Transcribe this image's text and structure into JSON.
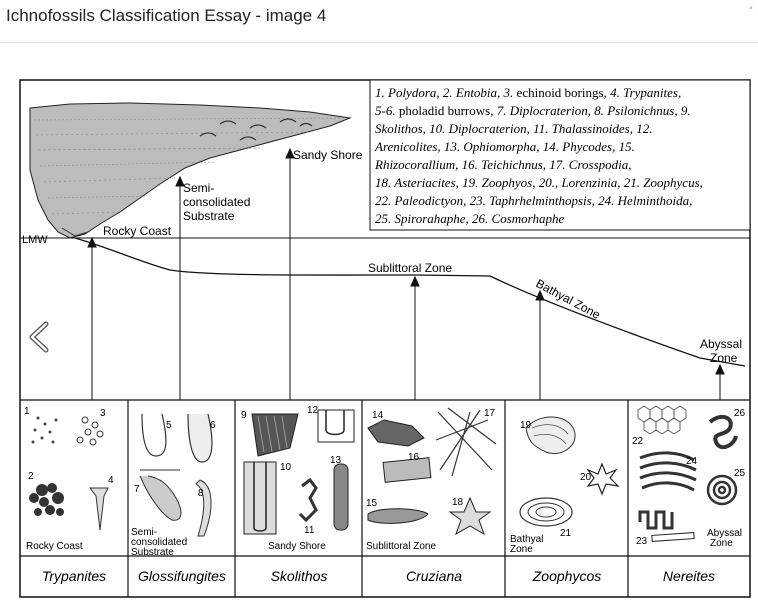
{
  "page": {
    "title": "Ichnofossils Classification Essay - image 4",
    "close_glyph": "˟"
  },
  "figure": {
    "legend_lines": [
      [
        "1. Polydora, 2. Entobia, 3. ",
        "echinoid borings, ",
        "4. Trypanites,"
      ],
      [
        "5-6. ",
        "pholadid burrows, ",
        "7. Diplocraterion, 8. Psilonichnus, 9."
      ],
      [
        "Skolithos, 10. Diplocraterion, 11. Thalassinoides, 12."
      ],
      [
        "Arenicolites, 13. Ophiomorpha, 14. Phycodes, 15."
      ],
      [
        "Rhizocorallium, 16. Teichichnus, 17. Crosspodia,"
      ],
      [
        "18. Asteriacites, 19. Zoophyos, 20., Lorenzinia, 21. Zoophycus,"
      ],
      [
        "22. Paleodictyon, 23. Taphrhelminthopsis, 24. Helminthoida,"
      ],
      [
        "25. Spirorahaphe, 26. Cosmorhaphe"
      ]
    ],
    "labels": {
      "lmw": "LMW",
      "rocky_coast": "Rocky Coast",
      "semi_1": "Semi-",
      "semi_2": "consolidated",
      "semi_3": "Substrate",
      "sandy_shore": "Sandy Shore",
      "sublittoral": "Sublittoral Zone",
      "bathyal": "Bathyal Zone",
      "abyssal_1": "Abyssal",
      "abyssal_2": "Zone"
    },
    "panel_captions": {
      "rocky": "Rocky Coast",
      "semi_1": "Semi-",
      "semi_2": "consolidated",
      "semi_3": "Substrate",
      "sandy": "Sandy Shore",
      "sublittoral": "Sublittoral Zone",
      "bathyal_1": "Bathyal",
      "bathyal_2": "Zone",
      "abyssal_1": "Abyssal",
      "abyssal_2": "Zone"
    },
    "numbers": [
      "1",
      "2",
      "3",
      "4",
      "5",
      "6",
      "7",
      "8",
      "9",
      "10",
      "11",
      "12",
      "13",
      "14",
      "15",
      "16",
      "17",
      "18",
      "19",
      "20",
      "21",
      "22",
      "23",
      "24",
      "25",
      "26"
    ],
    "ichnofacies": [
      "Trypanites",
      "Glossifungites",
      "Skolithos",
      "Cruziana",
      "Zoophycos",
      "Nereites"
    ]
  }
}
